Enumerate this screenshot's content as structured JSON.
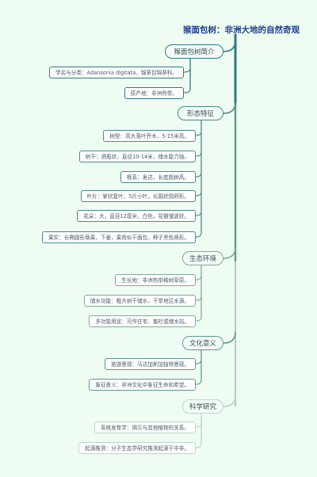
{
  "title": "猴面包树：非洲大地的自然奇观",
  "branches": [
    {
      "label": "猴面包树简介",
      "color": "#2f7a80",
      "leaves": [
        "学名与分类：Adansonia digitata，锦葵目锦葵科。",
        "原产地：非洲热带。"
      ]
    },
    {
      "label": "形态特征",
      "color": "#4a8a86",
      "leaves": [
        "树型：高大落叶乔木，5-15米高。",
        "树干：酒瓶状，直径10-14米，储水能力强。",
        "根系：发达，长度超树高。",
        "叶片：掌状复叶，5片小叶，长圆状倒卵形。",
        "花朵：大，直径12厘米，白色，花瓣皱波状。",
        "果实：长椭圆形蒴果，下垂，果肉似干面包，种子黑色肾形。"
      ]
    },
    {
      "label": "生态环境",
      "color": "#7faa98",
      "leaves": [
        "生长地：非洲热带稀树草原。",
        "储水功能：粗大树干储水，干旱地区水源。",
        "多功能用途：可作住宅、畜栏或储水站。"
      ]
    },
    {
      "label": "文化意义",
      "color": "#5a9a90",
      "leaves": [
        "旅游景观：马达加斯加独特景观。",
        "象征意义：非洲文化中象征生命和希望。"
      ]
    },
    {
      "label": "科学研究",
      "color": "#b6d8c6",
      "leaves": [
        "系统发育学：揭示与其他植物的关系。",
        "起源推测：分子生态学研究推测起源于中非。"
      ]
    }
  ]
}
